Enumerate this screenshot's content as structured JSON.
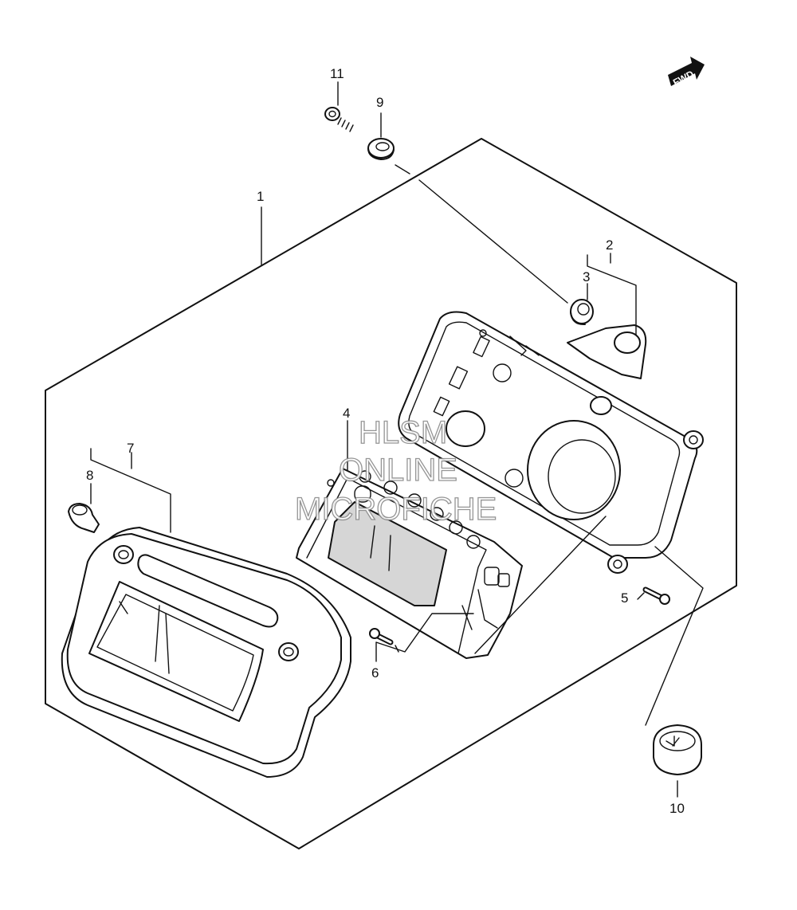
{
  "callouts": {
    "c1": "1",
    "c2": "2",
    "c3": "3",
    "c4": "4",
    "c5": "5",
    "c6": "6",
    "c7": "7",
    "c8": "8",
    "c9": "9",
    "c10": "10",
    "c11": "11"
  },
  "direction_badge": "FWD",
  "watermark": {
    "line1": "HLSM",
    "line2": "ONLINE",
    "line3": "MICROFICHE"
  }
}
